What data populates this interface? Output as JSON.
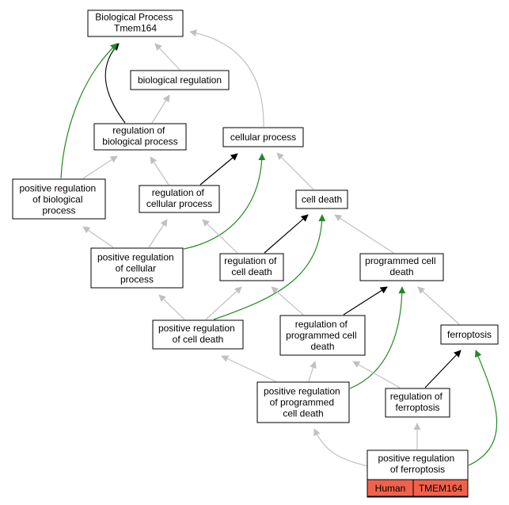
{
  "colors": {
    "is_a": "#c0c0c0",
    "part_of": "#000000",
    "positively_regulates": "#228b22",
    "annotation_fill": "#f0624b"
  },
  "nodes": {
    "bp": {
      "lines": [
        "Biological Process",
        "Tmem164"
      ]
    },
    "breg": {
      "lines": [
        "biological regulation"
      ]
    },
    "rbp": {
      "lines": [
        "regulation of",
        "biological process"
      ]
    },
    "cp": {
      "lines": [
        "cellular process"
      ]
    },
    "prbp": {
      "lines": [
        "positive regulation",
        "of biological",
        "process"
      ]
    },
    "rcp": {
      "lines": [
        "regulation of",
        "cellular process"
      ]
    },
    "cd": {
      "lines": [
        "cell death"
      ]
    },
    "prcp": {
      "lines": [
        "positive regulation",
        "of cellular",
        "process"
      ]
    },
    "rcd": {
      "lines": [
        "regulation of",
        "cell death"
      ]
    },
    "pcd": {
      "lines": [
        "programmed cell",
        "death"
      ]
    },
    "prcd": {
      "lines": [
        "positive regulation",
        "of cell death"
      ]
    },
    "rpcd": {
      "lines": [
        "regulation of",
        "programmed cell",
        "death"
      ]
    },
    "fer": {
      "lines": [
        "ferroptosis"
      ]
    },
    "prpcd": {
      "lines": [
        "positive regulation",
        "of programmed",
        "cell death"
      ]
    },
    "rfer": {
      "lines": [
        "regulation of",
        "ferroptosis"
      ]
    },
    "prfer": {
      "lines": [
        "positive regulation",
        "of ferroptosis"
      ]
    }
  },
  "annotation": {
    "species": "Human",
    "gene": "TMEM164"
  },
  "edges": [
    {
      "from": "breg",
      "to": "bp",
      "type": "is_a"
    },
    {
      "from": "rbp",
      "to": "bp",
      "type": "part_of"
    },
    {
      "from": "prbp",
      "to": "bp",
      "type": "positively_regulates"
    },
    {
      "from": "cp",
      "to": "bp",
      "type": "is_a"
    },
    {
      "from": "rbp",
      "to": "breg",
      "type": "is_a"
    },
    {
      "from": "prbp",
      "to": "rbp",
      "type": "is_a"
    },
    {
      "from": "rcp",
      "to": "rbp",
      "type": "is_a"
    },
    {
      "from": "rcp",
      "to": "cp",
      "type": "part_of"
    },
    {
      "from": "prcp",
      "to": "cp",
      "type": "positively_regulates"
    },
    {
      "from": "cd",
      "to": "cp",
      "type": "is_a"
    },
    {
      "from": "prcp",
      "to": "prbp",
      "type": "is_a"
    },
    {
      "from": "prcp",
      "to": "rcp",
      "type": "is_a"
    },
    {
      "from": "rcd",
      "to": "rcp",
      "type": "is_a"
    },
    {
      "from": "rcd",
      "to": "cd",
      "type": "part_of"
    },
    {
      "from": "prcd",
      "to": "cd",
      "type": "positively_regulates"
    },
    {
      "from": "pcd",
      "to": "cd",
      "type": "is_a"
    },
    {
      "from": "prcd",
      "to": "prcp",
      "type": "is_a"
    },
    {
      "from": "prcd",
      "to": "rcd",
      "type": "is_a"
    },
    {
      "from": "rpcd",
      "to": "rcd",
      "type": "is_a"
    },
    {
      "from": "rpcd",
      "to": "pcd",
      "type": "part_of"
    },
    {
      "from": "prpcd",
      "to": "pcd",
      "type": "positively_regulates"
    },
    {
      "from": "fer",
      "to": "pcd",
      "type": "is_a"
    },
    {
      "from": "prpcd",
      "to": "prcd",
      "type": "is_a"
    },
    {
      "from": "prpcd",
      "to": "rpcd",
      "type": "is_a"
    },
    {
      "from": "rfer",
      "to": "rpcd",
      "type": "is_a"
    },
    {
      "from": "rfer",
      "to": "fer",
      "type": "part_of"
    },
    {
      "from": "prfer",
      "to": "prpcd",
      "type": "is_a"
    },
    {
      "from": "prfer",
      "to": "rfer",
      "type": "is_a"
    },
    {
      "from": "prfer",
      "to": "fer",
      "type": "positively_regulates"
    }
  ]
}
